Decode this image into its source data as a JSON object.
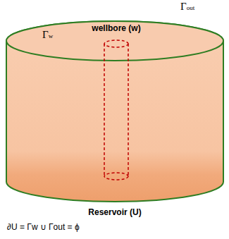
{
  "diagram": {
    "nodes": [
      {
        "text": [
          "Reservoir (U)"
        ]
      },
      {
        "text": [
          "wellbore (w)"
        ],
        "in": 0
      }
    ],
    "labels": [
      "Γout",
      "Γw",
      "∂U = Γw ∪ Γout = ϕ"
    ]
  }
}
